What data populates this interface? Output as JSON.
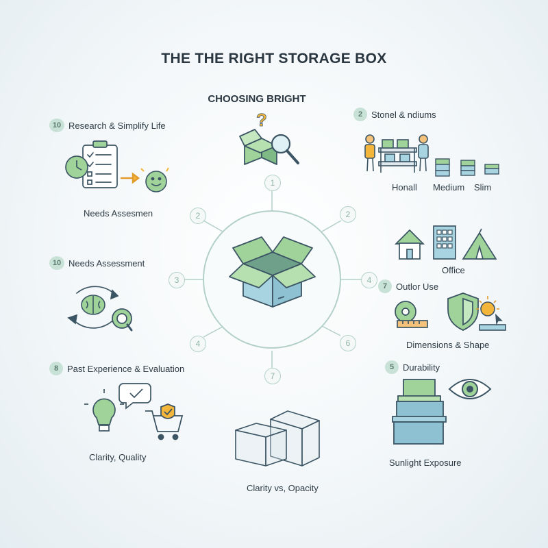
{
  "title": "THE THE RIGHT STORAGE BOX",
  "subtitle": "CHOOSING BRIGHT",
  "left": {
    "research": {
      "badge": "10",
      "label": "Research & Simplify Life",
      "caption": "Needs Assesmen"
    },
    "needs": {
      "badge": "10",
      "label": "Needs Assessment"
    },
    "past": {
      "badge": "8",
      "label": "Past Experience & Evaluation",
      "caption": "Clarity, Quality"
    }
  },
  "right": {
    "sizes": {
      "badge": "2",
      "label": "Stonel & ndiums",
      "options": [
        "Honall",
        "Medium",
        "Slim"
      ]
    },
    "location": {
      "caption": "Office"
    },
    "outdoor": {
      "badge": "7",
      "label": "Outlor Use",
      "caption": "Dimensions & Shape"
    },
    "durability": {
      "badge": "5",
      "label": "Durability",
      "caption": "Sunlight Exposure"
    }
  },
  "bottom": {
    "caption": "Clarity vs, Opacity"
  },
  "wheel_nodes": [
    "1",
    "2",
    "2",
    "3",
    "4",
    "4",
    "6",
    "7"
  ],
  "colors": {
    "accent_green": "#8cc98f",
    "accent_blue": "#9fd0dc",
    "line": "#b3d0c8",
    "text": "#2d3b45",
    "highlight": "#f4b63a"
  }
}
